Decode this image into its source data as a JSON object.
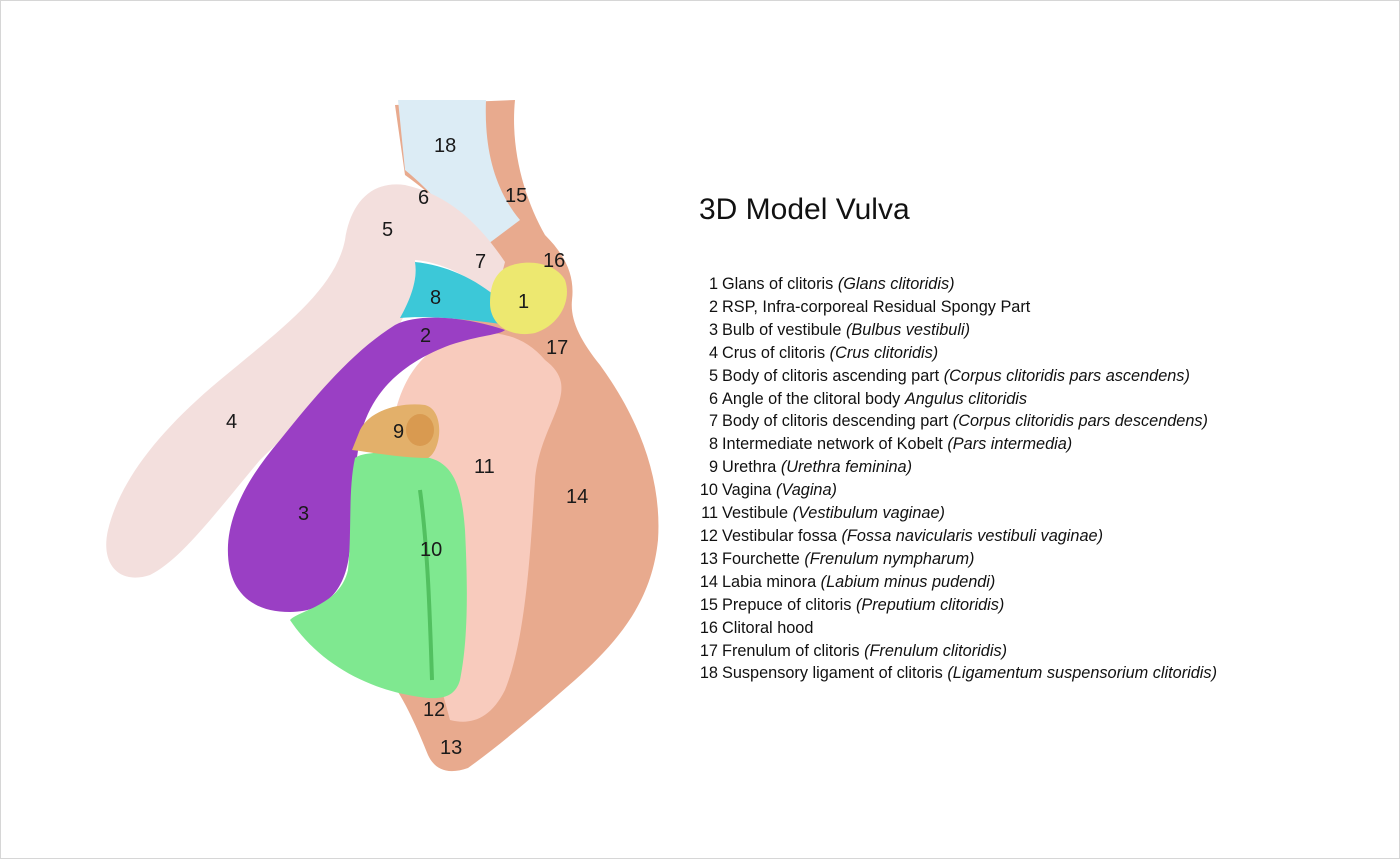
{
  "title": "3D Model Vulva",
  "colors": {
    "labia_minora": "#e8aa8e",
    "vestibule": "#f8cbbd",
    "clitoris_body": "#f3dfdd",
    "bulb": "#9a3fc4",
    "vagina": "#7fe890",
    "urethra": "#e3b06a",
    "glans": "#ede870",
    "kobelt": "#3cc8d8",
    "ligament": "#dcecf5"
  },
  "labels": {
    "n1": "1",
    "n2": "2",
    "n3": "3",
    "n4": "4",
    "n5": "5",
    "n6": "6",
    "n7": "7",
    "n8": "8",
    "n9": "9",
    "n10": "10",
    "n11": "11",
    "n12": "12",
    "n13": "13",
    "n14": "14",
    "n15": "15",
    "n16": "16",
    "n17": "17",
    "n18": "18"
  },
  "legend": [
    {
      "num": "1",
      "name": "Glans of clitoris",
      "latin": "(Glans clitoridis)"
    },
    {
      "num": "2",
      "name": "RSP, Infra-corporeal Residual Spongy Part",
      "latin": ""
    },
    {
      "num": "3",
      "name": "Bulb of vestibule",
      "latin": "(Bulbus vestibuli)"
    },
    {
      "num": "4",
      "name": "Crus of clitoris",
      "latin": "(Crus clitoridis)"
    },
    {
      "num": "5",
      "name": "Body of clitoris ascending part",
      "latin": "(Corpus clitoridis pars ascendens)"
    },
    {
      "num": "6",
      "name": "Angle of the clitoral body",
      "latin": "Angulus clitoridis"
    },
    {
      "num": "7",
      "name": "Body of clitoris descending part",
      "latin": "(Corpus clitoridis pars descendens)"
    },
    {
      "num": "8",
      "name": "Intermediate network of Kobelt",
      "latin": "(Pars intermedia)"
    },
    {
      "num": "9",
      "name": "Urethra",
      "latin": "(Urethra feminina)"
    },
    {
      "num": "10",
      "name": "Vagina",
      "latin": "(Vagina)"
    },
    {
      "num": "11",
      "name": "Vestibule",
      "latin": "(Vestibulum vaginae)"
    },
    {
      "num": "12",
      "name": "Vestibular fossa",
      "latin": "(Fossa navicularis vestibuli vaginae)"
    },
    {
      "num": "13",
      "name": "Fourchette",
      "latin": "(Frenulum nympharum)"
    },
    {
      "num": "14",
      "name": "Labia minora",
      "latin": "(Labium minus pudendi)"
    },
    {
      "num": "15",
      "name": "Prepuce of clitoris",
      "latin": "(Preputium clitoridis)"
    },
    {
      "num": "16",
      "name": "Clitoral hood",
      "latin": ""
    },
    {
      "num": "17",
      "name": "Frenulum of clitoris",
      "latin": "(Frenulum clitoridis)"
    },
    {
      "num": "18",
      "name": "Suspensory ligament of clitoris",
      "latin": "(Ligamentum suspensorium clitoridis)"
    }
  ]
}
